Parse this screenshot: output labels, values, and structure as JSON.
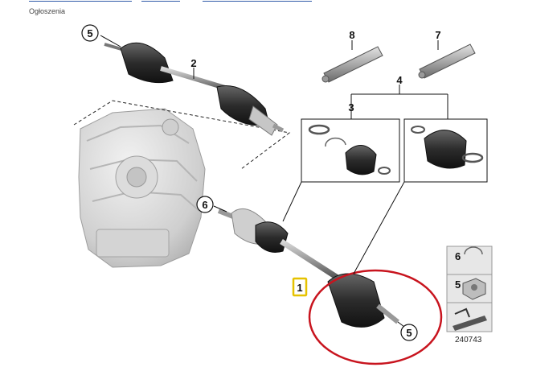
{
  "page": {
    "ad_label": "Ogłoszenia",
    "diagram_id": "240743"
  },
  "callouts": {
    "c1": "1",
    "c2": "2",
    "c3": "3",
    "c4": "4",
    "c5_top": "5",
    "c5_bottom": "5",
    "c6": "6",
    "c7": "7",
    "c8": "8",
    "legend_6": "6",
    "legend_5": "5"
  },
  "colors": {
    "highlight_ellipse": "#c8141e",
    "callout_box": "#e6c200",
    "legend_bg": "#e7e7e7"
  },
  "icons": [
    "transmission",
    "drive-shaft",
    "cv-boot",
    "hose-clamp",
    "grease-tube",
    "circlip",
    "collar-nut",
    "arrow-sheet"
  ]
}
